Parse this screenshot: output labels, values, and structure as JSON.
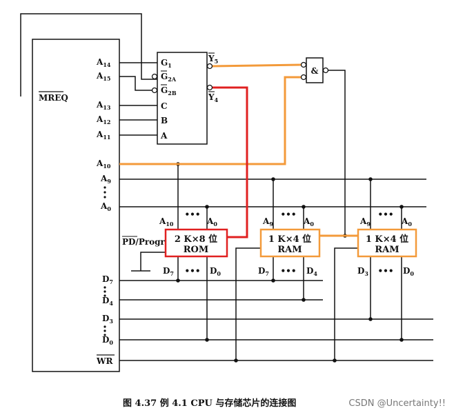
{
  "colors": {
    "wire": "#111111",
    "y5_path": "#f39a3a",
    "y4_path": "#e02020",
    "rom_border": "#e02020",
    "ram_border": "#f39a3a"
  },
  "cpu": {
    "mreq": "MREQ",
    "addr": [
      {
        "b": "A",
        "s": "14"
      },
      {
        "b": "A",
        "s": "15"
      },
      {
        "b": "A",
        "s": "13"
      },
      {
        "b": "A",
        "s": "12"
      },
      {
        "b": "A",
        "s": "11"
      },
      {
        "b": "A",
        "s": "10"
      },
      {
        "b": "A",
        "s": "9"
      },
      {
        "b": "A",
        "s": "0"
      }
    ],
    "data": [
      {
        "b": "D",
        "s": "7"
      },
      {
        "b": "D",
        "s": "4"
      },
      {
        "b": "D",
        "s": "3"
      },
      {
        "b": "D",
        "s": "0"
      }
    ],
    "wr": "WR"
  },
  "decoder": {
    "inputs": [
      {
        "b": "G",
        "s": "1"
      },
      {
        "b": "G",
        "s": "2A"
      },
      {
        "b": "G",
        "s": "2B"
      },
      {
        "b": "C",
        "s": ""
      },
      {
        "b": "B",
        "s": ""
      },
      {
        "b": "A",
        "s": ""
      }
    ],
    "outputs": [
      {
        "b": "Y",
        "s": "5"
      },
      {
        "b": "Y",
        "s": "4"
      }
    ]
  },
  "gate": {
    "symbol": "&"
  },
  "rom": {
    "line1": "2 K×8 位",
    "line2": "ROM",
    "pins_top": [
      {
        "b": "A",
        "s": "10"
      },
      {
        "b": "A",
        "s": "0"
      }
    ],
    "pins_bottom": [
      {
        "b": "D",
        "s": "7"
      },
      {
        "b": "D",
        "s": "0"
      }
    ],
    "pd": "PD/Progr"
  },
  "ram1": {
    "line1": "1 K×4 位",
    "line2": "RAM",
    "pins_top": [
      {
        "b": "A",
        "s": "9"
      },
      {
        "b": "A",
        "s": "0"
      }
    ],
    "pins_bottom": [
      {
        "b": "D",
        "s": "7"
      },
      {
        "b": "D",
        "s": "4"
      }
    ]
  },
  "ram2": {
    "line1": "1 K×4 位",
    "line2": "RAM",
    "pins_top": [
      {
        "b": "A",
        "s": "9"
      },
      {
        "b": "A",
        "s": "0"
      }
    ],
    "pins_bottom": [
      {
        "b": "D",
        "s": "3"
      },
      {
        "b": "D",
        "s": "0"
      }
    ]
  },
  "ellipsis": "•••",
  "caption": "图 4.37   例 4.1 CPU 与存储芯片的连接图",
  "watermark": "CSDN @Uncertainty!!"
}
